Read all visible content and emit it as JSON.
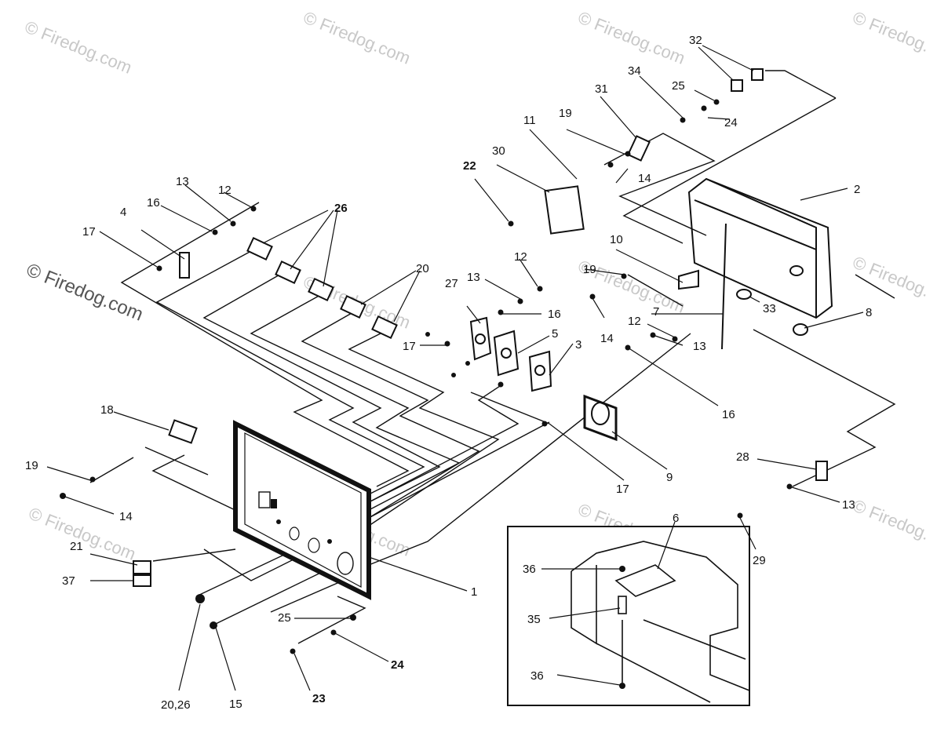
{
  "watermark": "© Firedog.com",
  "callouts": {
    "c1": "1",
    "c2": "2",
    "c3": "3",
    "c4": "4",
    "c5": "5",
    "c6": "6",
    "c7": "7",
    "c8": "8",
    "c9": "9",
    "c10": "10",
    "c11": "11",
    "c12a": "12",
    "c12b": "12",
    "c12c": "12",
    "c13a": "13",
    "c13b": "13",
    "c13c": "13",
    "c13d": "13",
    "c14a": "14",
    "c14b": "14",
    "c14c": "14",
    "c15": "15",
    "c16a": "16",
    "c16b": "16",
    "c16c": "16",
    "c17a": "17",
    "c17b": "17",
    "c17c": "17",
    "c18": "18",
    "c19a": "19",
    "c19b": "19",
    "c19c": "19",
    "c20": "20",
    "c20_26": "20,26",
    "c21": "21",
    "c22": "22",
    "c23": "23",
    "c24a": "24",
    "c24b": "24",
    "c25a": "25",
    "c25b": "25",
    "c26": "26",
    "c27": "27",
    "c28": "28",
    "c29": "29",
    "c30": "30",
    "c31": "31",
    "c32": "32",
    "c33": "33",
    "c34": "34",
    "c35": "35",
    "c36a": "36",
    "c36b": "36",
    "c37": "37"
  }
}
